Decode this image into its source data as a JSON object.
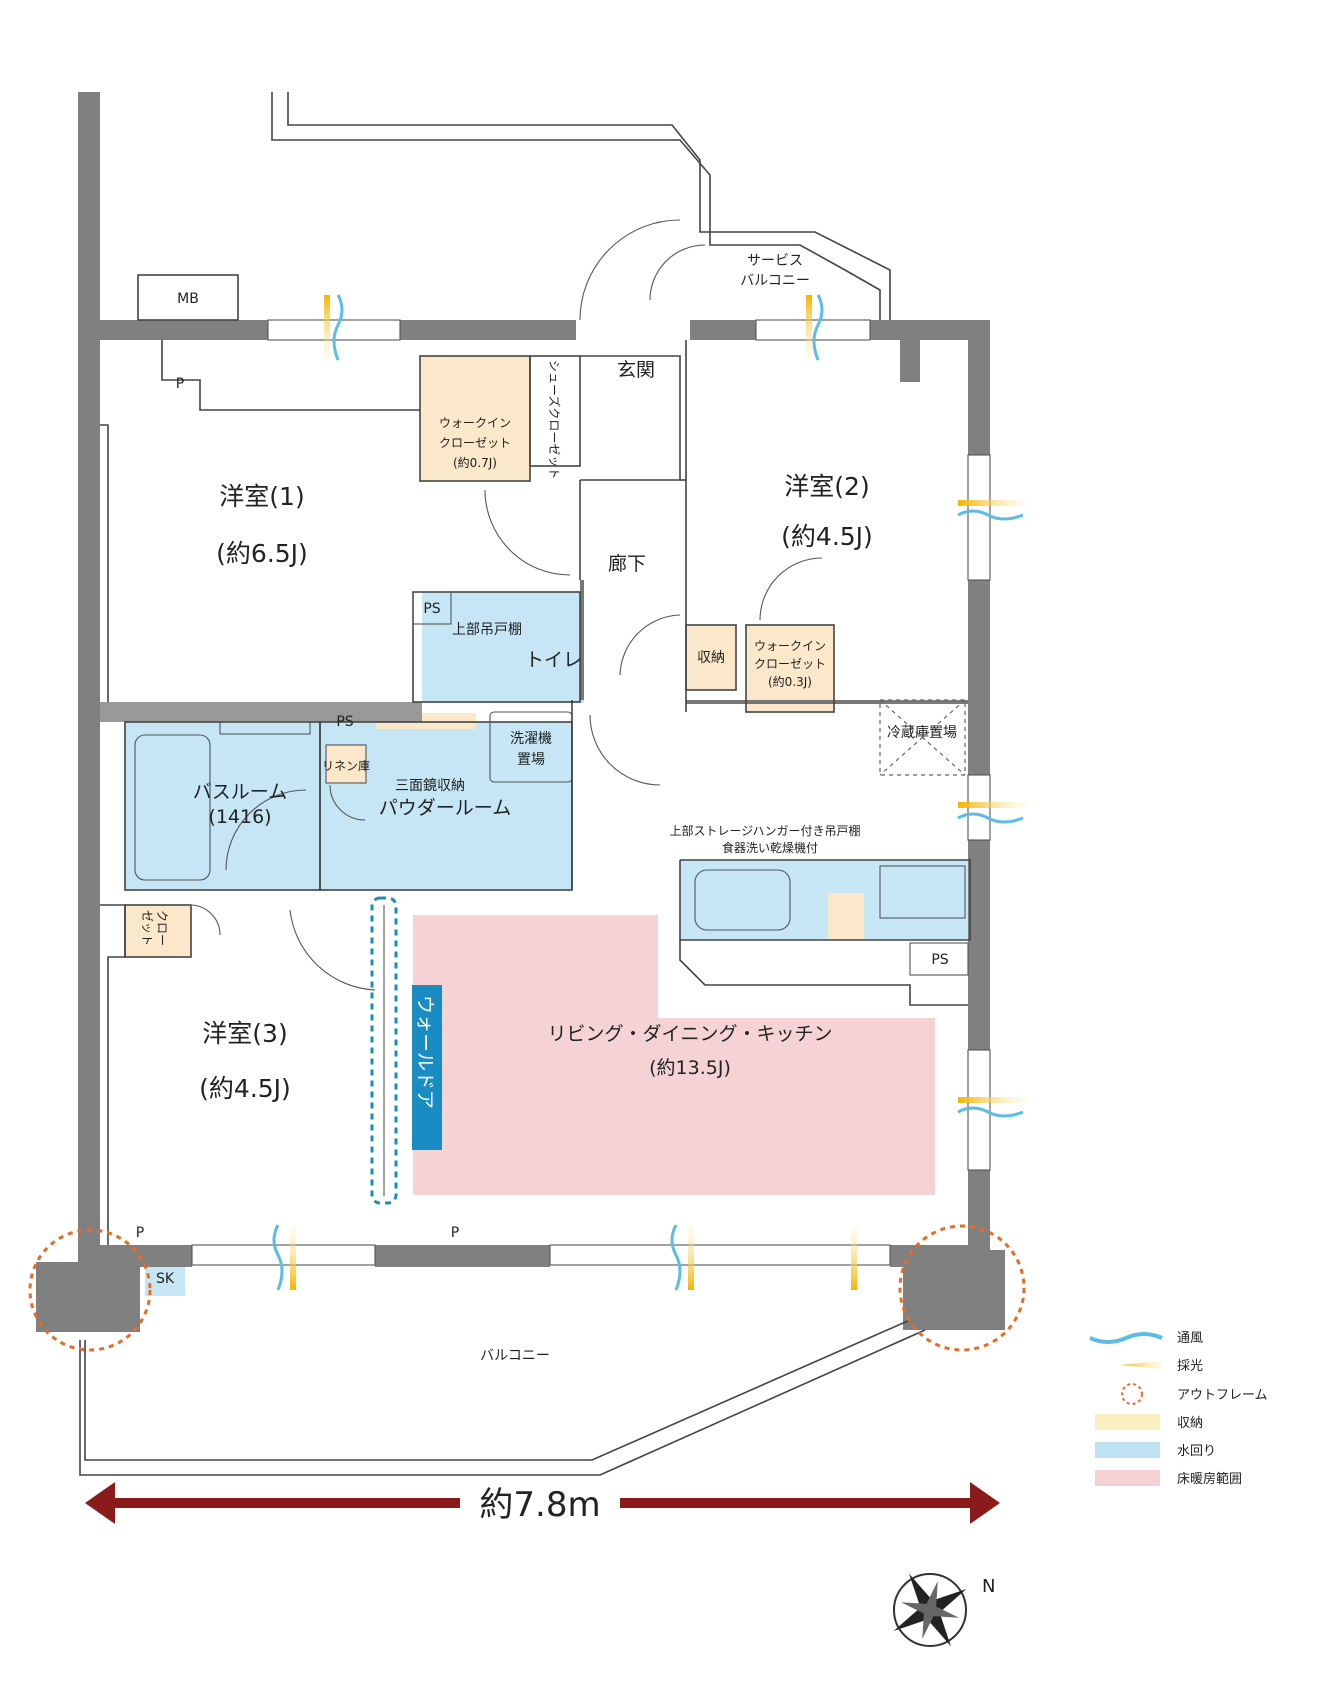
{
  "rooms": {
    "western1": {
      "name": "洋室(1)",
      "size": "(約6.5J)"
    },
    "western2": {
      "name": "洋室(2)",
      "size": "(約4.5J)"
    },
    "western3": {
      "name": "洋室(3)",
      "size": "(約4.5J)"
    },
    "ldk": {
      "name": "リビング・ダイニング・キッチン",
      "size": "(約13.5J)"
    },
    "entrance": "玄関",
    "hallway": "廊下",
    "toilet": "トイレ",
    "toilet_shelf": "上部吊戸棚",
    "bathroom": {
      "name": "バスルーム",
      "size": "(1416)"
    },
    "powder": "パウダールーム",
    "mirror_storage": "三面鏡収納",
    "washer": [
      "洗濯機",
      "置場"
    ],
    "linen": "リネン庫",
    "wic1": [
      "ウォークイン",
      "クローゼット",
      "(約0.7J)"
    ],
    "wic2": [
      "ウォークイン",
      "クローゼット",
      "(約0.3J)"
    ],
    "shoe_closet": "シューズクローゼット",
    "storage": "収納",
    "closet": [
      "クロー",
      "ゼット"
    ],
    "fridge": "冷蔵庫置場",
    "kitchen_note1": "上部ストレージハンガー付き吊戸棚",
    "kitchen_note2": "食器洗い乾燥機付",
    "service_balcony": [
      "サービス",
      "バルコニー"
    ],
    "balcony": "バルコニー",
    "wall_door": "ウォールドア",
    "mb": "MB",
    "ps": "PS",
    "p": "P",
    "sk": "SK"
  },
  "dimension": "約7.8m",
  "compass": "N",
  "legend": [
    {
      "key": "wind",
      "label": "通風",
      "color": "#5bbde6"
    },
    {
      "key": "light",
      "label": "採光",
      "color": "#f6b400"
    },
    {
      "key": "outframe",
      "label": "アウトフレーム",
      "color": "#e86a24"
    },
    {
      "key": "storage",
      "label": "収納",
      "color": "#fcefc0"
    },
    {
      "key": "water",
      "label": "水回り",
      "color": "#bfe2f2"
    },
    {
      "key": "floor_heating",
      "label": "床暖房範囲",
      "color": "#f6d1d3"
    }
  ],
  "colors": {
    "wall": "#808080",
    "storage": "#fbe7c9",
    "water": "#c6e6f5",
    "heating": "#f5d3d4",
    "wall_door_label": "#1a8cc4",
    "arrow": "#8b1a1a",
    "outframe": "#e86a24"
  }
}
